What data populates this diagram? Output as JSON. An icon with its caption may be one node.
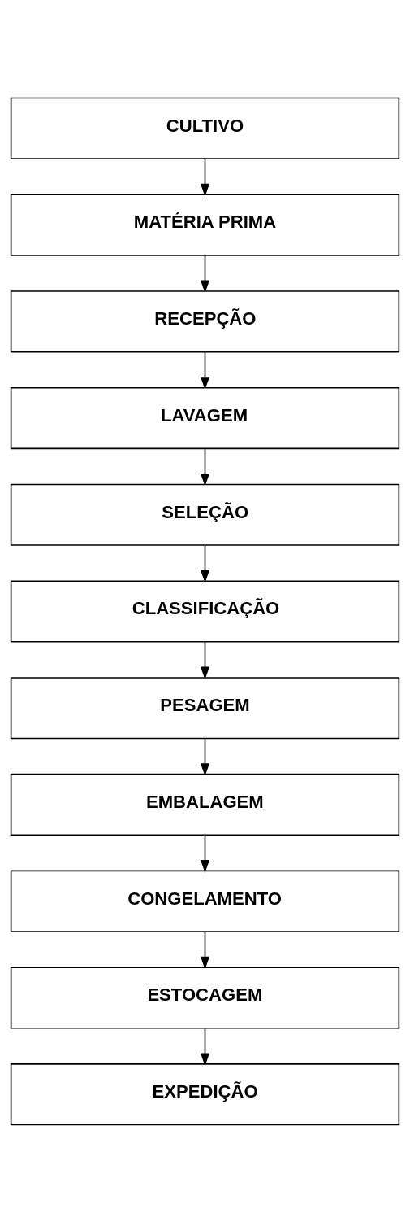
{
  "diagram": {
    "nodes": [
      {
        "text": [
          "CULTIVO"
        ]
      },
      {
        "text": [
          "MATÉRIA PRIMA"
        ]
      },
      {
        "text": [
          "RECEPÇÃO"
        ]
      },
      {
        "text": [
          "LAVAGEM"
        ]
      },
      {
        "text": [
          "SELEÇÃO"
        ]
      },
      {
        "text": [
          "CLASSIFICAÇÃO"
        ]
      },
      {
        "text": [
          "PESAGEM"
        ]
      },
      {
        "text": [
          "EMBALAGEM"
        ]
      },
      {
        "text": [
          "CONGELAMENTO"
        ]
      },
      {
        "text": [
          "ESTOCAGEM"
        ]
      },
      {
        "text": [
          "EXPEDIÇÃO"
        ]
      }
    ],
    "edges": [
      {
        "from": 0,
        "to": 1,
        "arrow": "to"
      },
      {
        "from": 1,
        "to": 2,
        "arrow": "to"
      },
      {
        "from": 2,
        "to": 3,
        "arrow": "to"
      },
      {
        "from": 3,
        "to": 4,
        "arrow": "to"
      },
      {
        "from": 4,
        "to": 5,
        "arrow": "to"
      },
      {
        "from": 5,
        "to": 6,
        "arrow": "to"
      },
      {
        "from": 6,
        "to": 7,
        "arrow": "to"
      },
      {
        "from": 7,
        "to": 8,
        "arrow": "to"
      },
      {
        "from": 8,
        "to": 9,
        "arrow": "to"
      },
      {
        "from": 9,
        "to": 10,
        "arrow": "to"
      }
    ]
  }
}
